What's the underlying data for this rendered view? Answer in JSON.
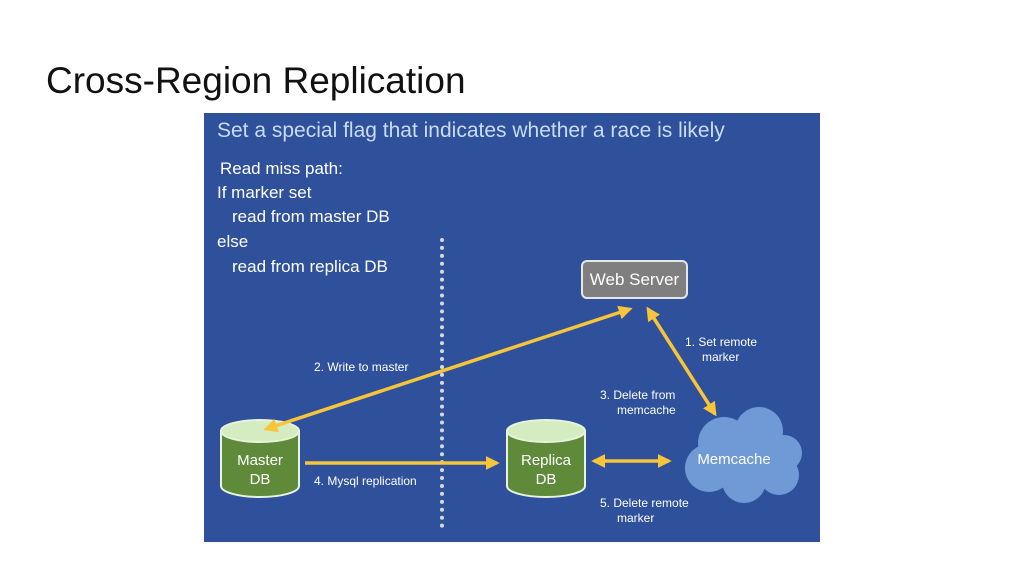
{
  "slide": {
    "title": "Cross-Region Replication"
  },
  "panel": {
    "heading": "Set a special flag that indicates whether a race is likely",
    "code_lines": [
      "Read miss path:",
      "If marker set",
      "read from master DB",
      "else",
      "read from replica DB"
    ]
  },
  "nodes": {
    "web_server": "Web Server",
    "master_db": [
      "Master",
      "DB"
    ],
    "replica_db": [
      "Replica",
      "DB"
    ],
    "memcache": "Memcache"
  },
  "edges": {
    "write_to_master": "2. Write to master",
    "set_remote_marker": [
      "1. Set remote",
      "marker"
    ],
    "delete_from_memcache": [
      "3. Delete from",
      "memcache"
    ],
    "mysql_replication": "4. Mysql replication",
    "delete_remote_marker": [
      "5. Delete remote",
      "marker"
    ]
  },
  "colors": {
    "panel_bg": "#2f509a",
    "arrow": "#f7c43a",
    "db_fill": "#5e8a3a",
    "db_top": "#d4ecc0",
    "cloud": "#6f9ad6",
    "server": "#7f7f7f"
  }
}
